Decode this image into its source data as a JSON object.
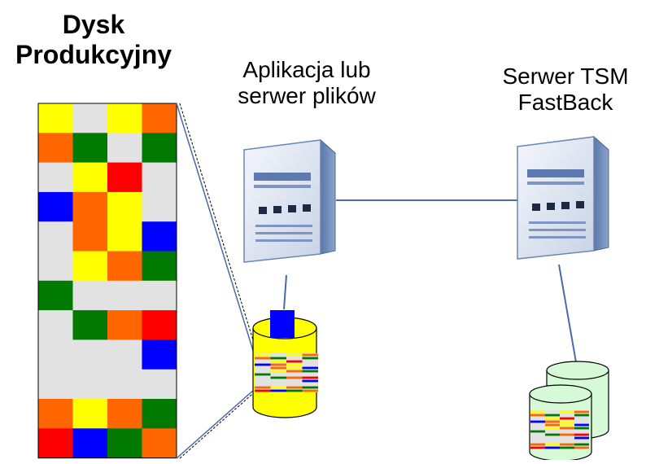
{
  "labels": {
    "disk_title": [
      "Dysk",
      "Produkcyjny"
    ],
    "app_server": [
      "Aplikacja lub",
      "serwer plików"
    ],
    "tsm_server": [
      "Serwer TSM",
      "FastBack"
    ]
  },
  "colors": {
    "yellow": "#ffff00",
    "orange": "#ff6600",
    "green": "#007a00",
    "red": "#ff0000",
    "blue": "#0000ff",
    "grey": "#e2e2e2",
    "server_body": "#6d8cb8",
    "connector": "#4a6aa8",
    "volume_yellow": "#ffff00",
    "volume_green": "#d6fad6"
  },
  "disk_grid": [
    [
      "Y",
      "G0",
      "Y",
      "O"
    ],
    [
      "O",
      "G",
      "G0",
      "G"
    ],
    [
      "G0",
      "Y",
      "R",
      "G0"
    ],
    [
      "B",
      "O",
      "Y",
      "G0"
    ],
    [
      "G0",
      "O",
      "Y",
      "B"
    ],
    [
      "G0",
      "Y",
      "O",
      "G"
    ],
    [
      "G",
      "G0",
      "G0",
      "G0"
    ],
    [
      "G0",
      "G",
      "O",
      "R"
    ],
    [
      "G0",
      "G0",
      "G0",
      "B"
    ],
    [
      "G0",
      "G0",
      "G0",
      "G0"
    ],
    [
      "O",
      "Y",
      "O",
      "G"
    ],
    [
      "R",
      "B",
      "G",
      "O"
    ]
  ],
  "icons": {
    "app_server": "server-icon",
    "tsm_server": "server-icon",
    "app_volume": "database-cylinder-icon",
    "tsm_volumes": "database-cylinder-icon"
  }
}
